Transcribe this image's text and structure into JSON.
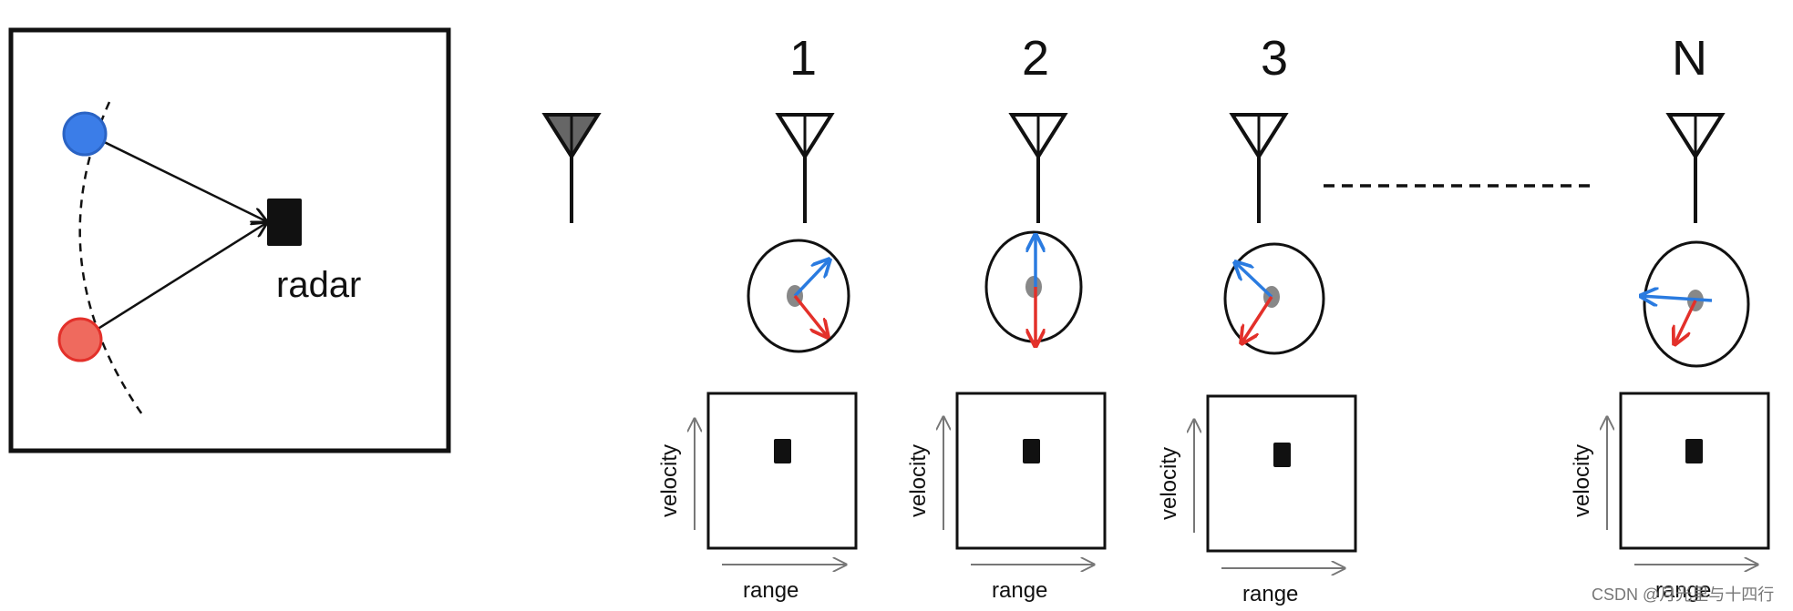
{
  "scene": {
    "radar_label": "radar",
    "target_colors": {
      "blue": "#3b7de8",
      "red": "#ef4a3a"
    }
  },
  "antennas": [
    {
      "label": "1",
      "circle_arrows": [
        "blue-up-right",
        "red-down-right"
      ]
    },
    {
      "label": "2",
      "circle_arrows": [
        "blue-up",
        "red-down"
      ]
    },
    {
      "label": "3",
      "circle_arrows": [
        "blue-up-left",
        "red-down-left"
      ]
    },
    {
      "label": "N",
      "circle_arrows": [
        "blue-left",
        "red-down-left"
      ]
    }
  ],
  "plot_axes": {
    "y_label": "velocity",
    "x_label": "range"
  },
  "watermark": "CSDN @月光里与十四行",
  "colors": {
    "blue_arrow": "#2a7be0",
    "red_arrow": "#e3302a",
    "gray_dot": "#888888",
    "axis_gray": "#777777"
  }
}
